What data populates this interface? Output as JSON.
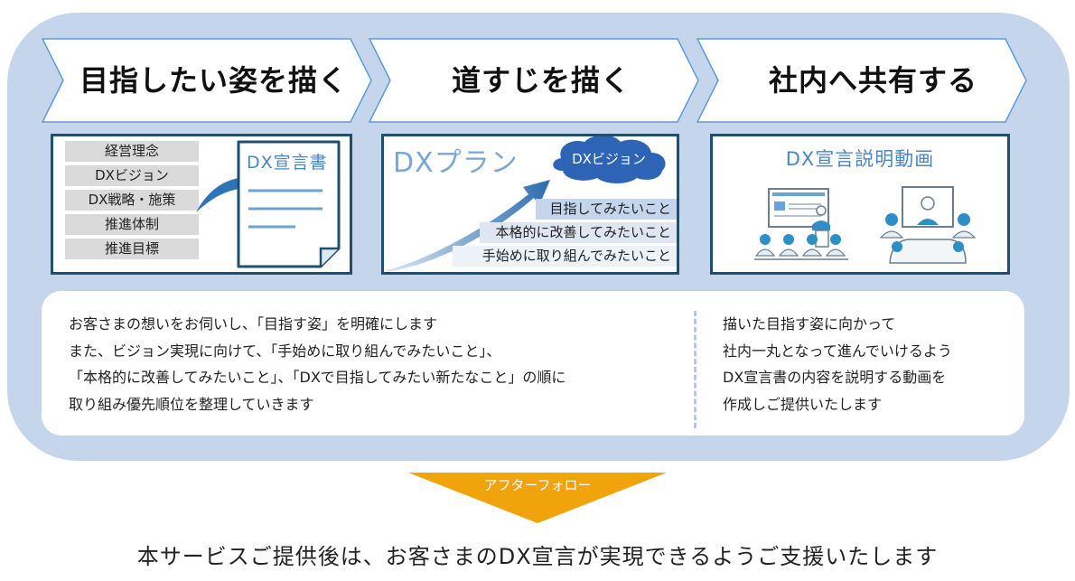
{
  "steps": [
    {
      "label": "目指したい姿を描く"
    },
    {
      "label": "道すじを描く"
    },
    {
      "label": "社内へ共有する"
    }
  ],
  "picture1": {
    "items": [
      "経営理念",
      "DXビジョン",
      "DX戦略・施策",
      "推進体制",
      "推進目標"
    ],
    "document_title": "DX宣言書"
  },
  "picture2": {
    "title": "DXプラン",
    "vision": "DXビジョン",
    "rows": [
      "目指してみたいこと",
      "本格的に改善してみたいこと",
      "手始めに取り組んでみたいこと"
    ]
  },
  "picture3": {
    "title": "DX宣言説明動画"
  },
  "description": {
    "left": [
      "お客さまの想いをお伺いし、「目指す姿」を明確にします",
      "また、ビジョン実現に向けて、「手始めに取り組んでみたいこと」、",
      "「本格的に改善してみたいこと」、「DXで目指してみたい新たなこと」の順に",
      "取り組み優先順位を整理していきます"
    ],
    "right": [
      "描いた目指す姿に向かって",
      "社内一丸となって進んでいけるよう",
      "DX宣言書の内容を説明する動画を",
      "作成しご提供いたします"
    ]
  },
  "follow_up": {
    "label": "アフターフォロー"
  },
  "bottom": {
    "text": "本サービスご提供後は、お客さまのDX宣言が実現できるようご支援いたします"
  },
  "colors": {
    "panel": "#c5d6ec",
    "arrow_fill": "#ffffff",
    "arrow_stroke": "#5b9bd5",
    "frame": "#1d4f73",
    "accent": "#4a86c0",
    "follow_up": "#f0a30a"
  }
}
